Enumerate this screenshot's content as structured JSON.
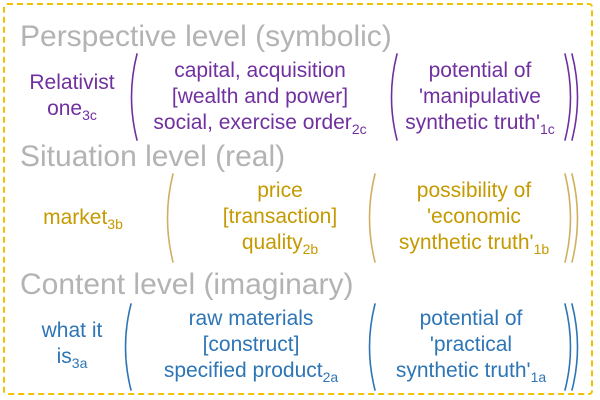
{
  "colors": {
    "frame": "#f2c200",
    "heading": "#b3b3b3",
    "symbolic": "#7030a0",
    "real": "#c59a00",
    "imaginary": "#2e75b6"
  },
  "levels": {
    "perspective": {
      "heading": "Perspective level (symbolic)",
      "label": {
        "main": "Relativist",
        "line2": "one",
        "sub": "3c"
      },
      "middle": {
        "line1": "capital, acquisition",
        "line2": "[wealth and power]",
        "line3": "social, exercise order",
        "sub": "2c"
      },
      "right": {
        "line1": "potential of",
        "line2": "'manipulative",
        "line3": "synthetic truth'",
        "sub": "1c"
      }
    },
    "situation": {
      "heading": "Situation level (real)",
      "label": {
        "main": "market",
        "sub": "3b"
      },
      "middle": {
        "line1": "price",
        "line2": "[transaction]",
        "line3": "quality",
        "sub": "2b"
      },
      "right": {
        "line1": "possibility of",
        "line2": "'economic",
        "line3": "synthetic truth'",
        "sub": "1b"
      }
    },
    "content": {
      "heading": "Content level (imaginary)",
      "label": {
        "main": "what it",
        "line2": "is",
        "sub": "3a"
      },
      "middle": {
        "line1": "raw materials",
        "line2": "[construct]",
        "line3": "specified product",
        "sub": "2a"
      },
      "right": {
        "line1": "potential of",
        "line2": "'practical",
        "line3": "synthetic truth'",
        "sub": "1a"
      }
    }
  }
}
